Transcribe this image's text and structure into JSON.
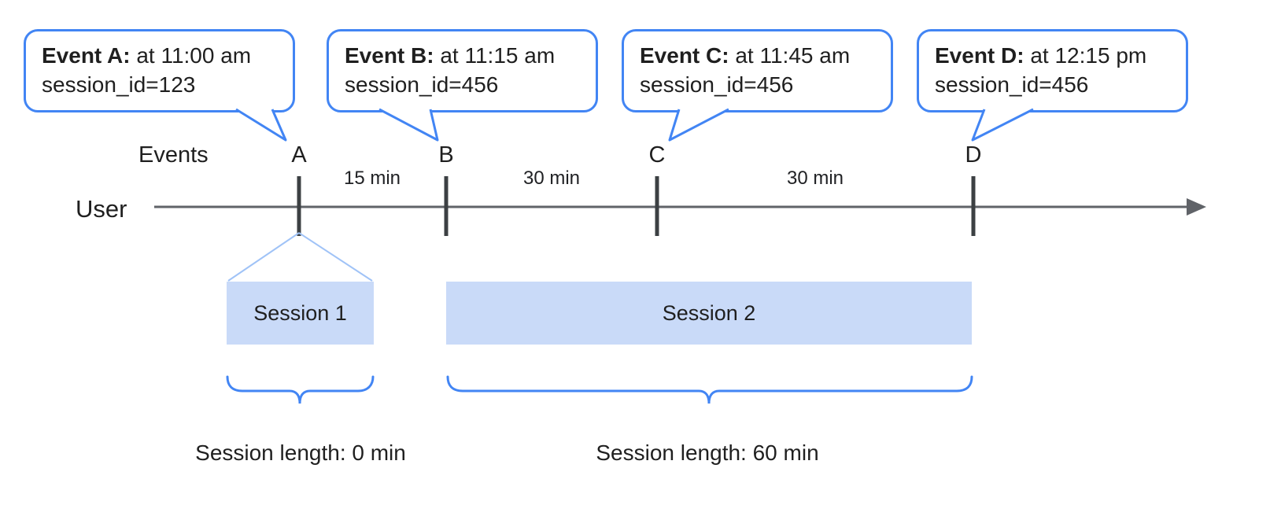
{
  "callouts": [
    {
      "bold": "Event A:",
      "rest": " at 11:00 am",
      "line2": "session_id=123"
    },
    {
      "bold": "Event B:",
      "rest": " at 11:15 am",
      "line2": "session_id=456"
    },
    {
      "bold": "Event C:",
      "rest": " at 11:45 am",
      "line2": "session_id=456"
    },
    {
      "bold": "Event D:",
      "rest": " at 12:15 pm",
      "line2": "session_id=456"
    }
  ],
  "timeline": {
    "events_label": "Events",
    "user_label": "User",
    "event_letters": [
      "A",
      "B",
      "C",
      "D"
    ],
    "intervals": [
      "15 min",
      "30 min",
      "30 min"
    ]
  },
  "sessions": [
    {
      "label": "Session 1",
      "length_label": "Session length: 0 min"
    },
    {
      "label": "Session 2",
      "length_label": "Session length: 60 min"
    }
  ],
  "colors": {
    "callout_border": "#4285f4",
    "session_fill": "#c9daf8",
    "timeline_line": "#606368",
    "tick": "#3c4043",
    "brace": "#4285f4",
    "funnel": "#a0c3f7",
    "text": "#1f1f1f"
  }
}
